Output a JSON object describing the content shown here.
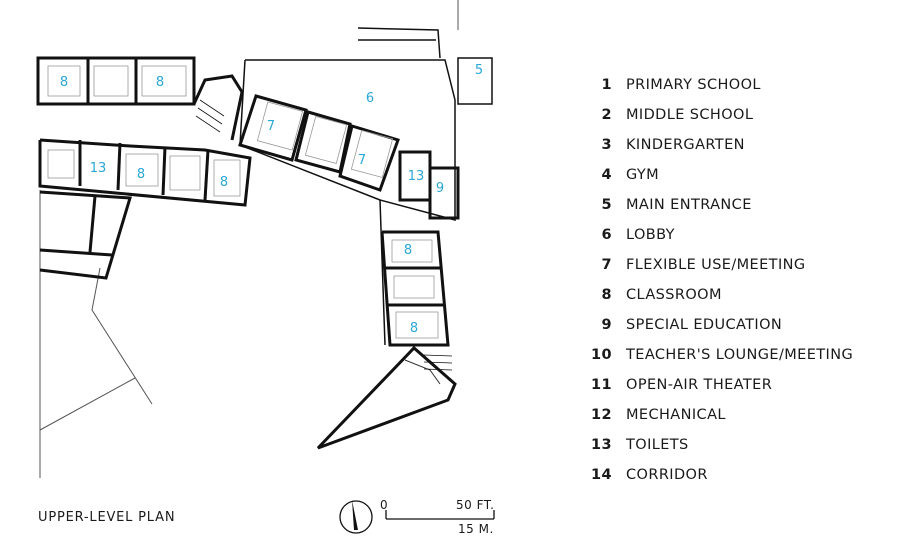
{
  "plan_title": "UPPER-LEVEL PLAN",
  "legend": [
    {
      "number": "1",
      "label": "PRIMARY SCHOOL"
    },
    {
      "number": "2",
      "label": "MIDDLE SCHOOL"
    },
    {
      "number": "3",
      "label": "KINDERGARTEN"
    },
    {
      "number": "4",
      "label": "GYM"
    },
    {
      "number": "5",
      "label": "MAIN ENTRANCE"
    },
    {
      "number": "6",
      "label": "LOBBY"
    },
    {
      "number": "7",
      "label": "FLEXIBLE USE/MEETING"
    },
    {
      "number": "8",
      "label": "CLASSROOM"
    },
    {
      "number": "9",
      "label": "SPECIAL EDUCATION"
    },
    {
      "number": "10",
      "label": "TEACHER'S LOUNGE/MEETING"
    },
    {
      "number": "11",
      "label": "OPEN-AIR THEATER"
    },
    {
      "number": "12",
      "label": "MECHANICAL"
    },
    {
      "number": "13",
      "label": "TOILETS"
    },
    {
      "number": "14",
      "label": "CORRIDOR"
    }
  ],
  "room_labels": {
    "classroom": "8",
    "toilets": "13",
    "lobby": "6",
    "main_entrance": "5",
    "flexible_use": "7",
    "special_education": "9"
  },
  "scale": {
    "zero": "0",
    "feet": "50 FT.",
    "meters": "15 M."
  },
  "colors": {
    "room_number": "#2aa7d6",
    "ink": "#1a1a1a",
    "wall": "#111111"
  },
  "icons": {
    "north_arrow": "north-arrow-icon"
  }
}
